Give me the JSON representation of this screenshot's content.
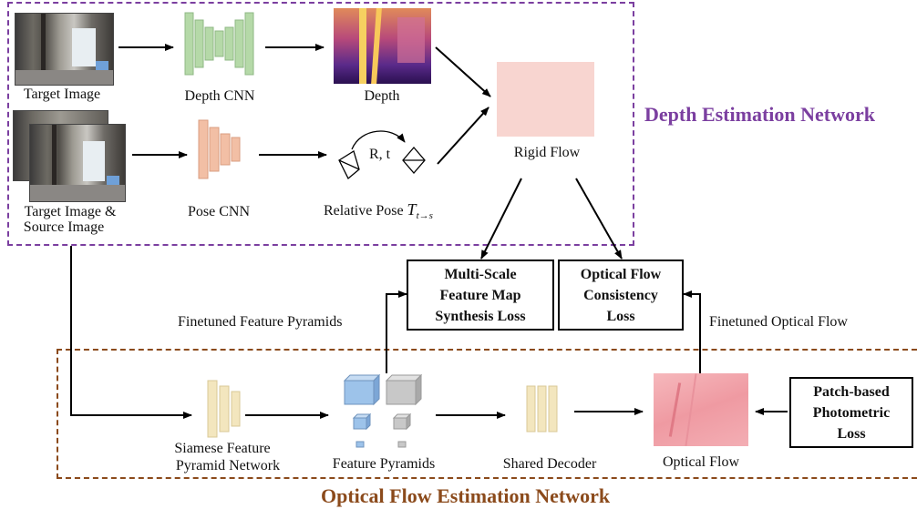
{
  "depth_section": {
    "title": "Depth Estimation Network",
    "title_color": "#7B3FA0",
    "border_color": "#7B3FA0"
  },
  "optical_section": {
    "title": "Optical Flow Estimation Network",
    "title_color": "#8B4A1B",
    "border_color": "#8B4A1B"
  },
  "labels": {
    "target_image": "Target Image",
    "target_source_line1": "Target Image &",
    "target_source_line2": "Source Image",
    "depth_cnn": "Depth CNN",
    "depth": "Depth",
    "pose_cnn": "Pose CNN",
    "relative_pose": "Relative Pose",
    "relative_pose_symbol": "T",
    "relative_pose_subscript": "t→s",
    "rt": "R, t",
    "rigid_flow": "Rigid Flow",
    "finetuned_feature_pyramids": "Finetuned Feature Pyramids",
    "finetuned_optical_flow": "Finetuned Optical Flow",
    "siamese_line1": "Siamese Feature",
    "siamese_line2": "Pyramid Network",
    "feature_pyramids": "Feature Pyramids",
    "shared_decoder": "Shared Decoder",
    "optical_flow": "Optical Flow"
  },
  "loss_boxes": {
    "multi_scale": [
      "Multi-Scale",
      "Feature Map",
      "Synthesis Loss"
    ],
    "optical_consistency": [
      "Optical Flow",
      "Consistency",
      "Loss"
    ],
    "patch_photometric": [
      "Patch-based",
      "Photometric",
      "Loss"
    ]
  },
  "colors": {
    "depth_cnn": "#B5D9A8",
    "pose_cnn": "#F2BFA5",
    "siamese": "#F3E6BE",
    "decoder": "#F3E6BE",
    "feature_blue": "#9DC3EA",
    "feature_gray": "#C8C8C8",
    "rigid_flow_bg": "#F8D5D0",
    "optical_flow_bg": "#F2A8AE"
  }
}
